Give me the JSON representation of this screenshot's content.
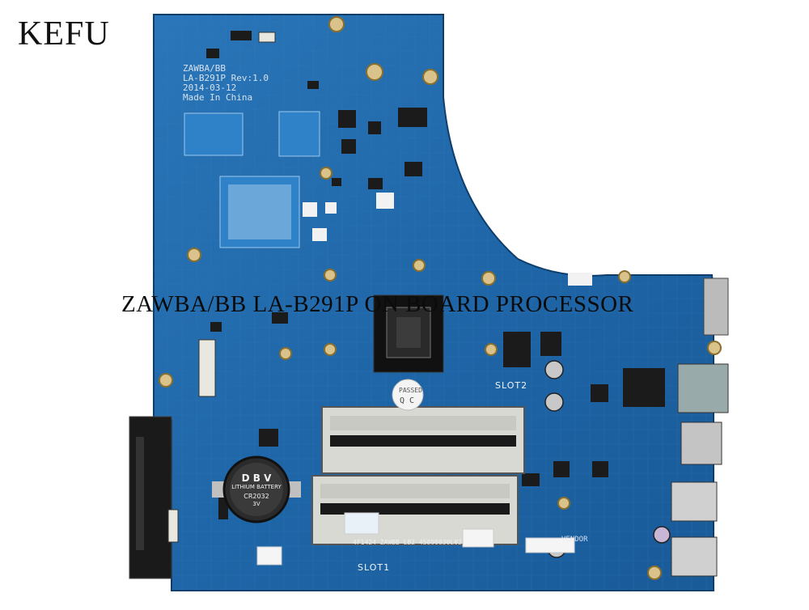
{
  "brand": {
    "text": "KEFU"
  },
  "caption": {
    "text": "ZAWBA/BB LA-B291P ON BOARD PROCESSOR"
  },
  "silkscreen": {
    "model": "ZAWBA/BB",
    "board_rev": "LA-B291P Rev:1.0",
    "date": "2014-03-12",
    "origin": "Made In China",
    "slot1": "SLOT1",
    "slot2": "SLOT2",
    "vendor": "VENDOR",
    "qc": "Q C",
    "passed": "PASSED",
    "battery_brand": "D B V",
    "battery_line1": "LITHIUM BATTERY",
    "battery_model": "CR2032",
    "battery_volt": "3V",
    "label_sn": "4F1424 ZAWBB LB2 45890030L02"
  },
  "colors": {
    "pcb_blue": "#1f66a8",
    "pcb_dark": "#17508a",
    "chip_black": "#1a1a1a",
    "brand_text": "#111111",
    "caption_text": "#0b0b0b"
  }
}
